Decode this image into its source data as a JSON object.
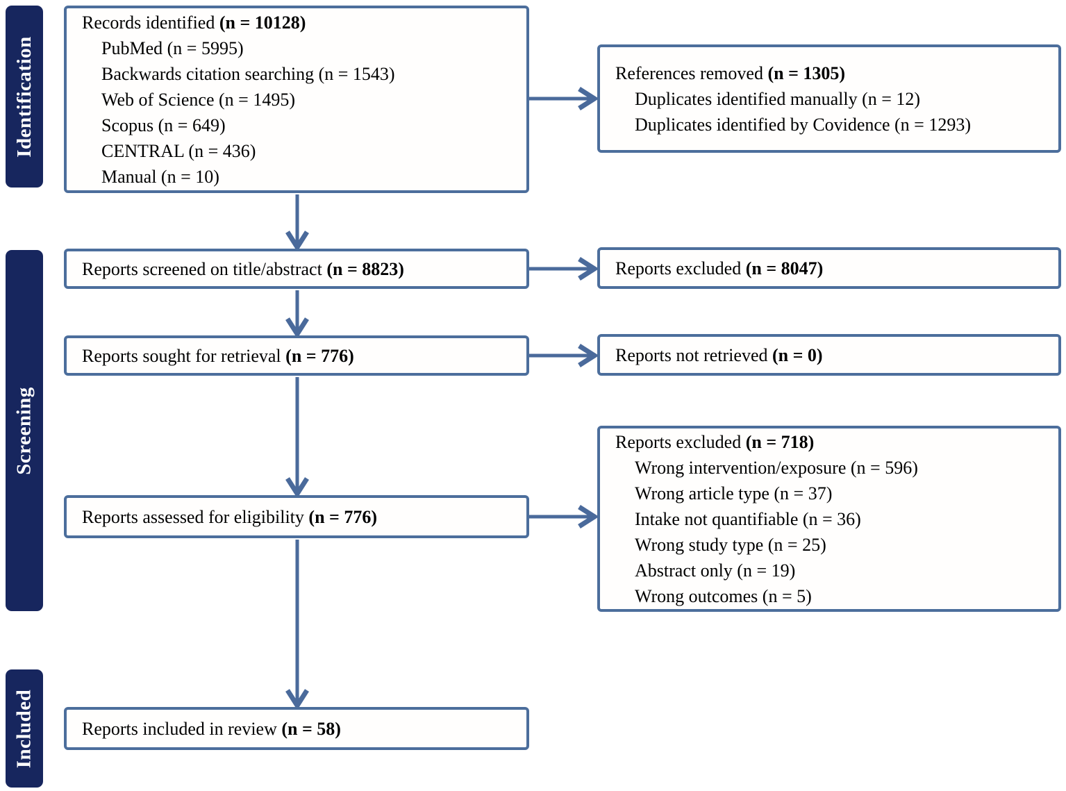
{
  "sidebar": {
    "stages": [
      {
        "label": "Identification"
      },
      {
        "label": "Screening"
      },
      {
        "label": "Included"
      }
    ]
  },
  "boxes": {
    "records_identified": {
      "heading_label": "Records identified ",
      "heading_count": "(n = 10128)",
      "items": [
        "PubMed (n = 5995)",
        "Backwards citation searching (n = 1543)",
        "Web of Science (n = 1495)",
        "Scopus (n = 649)",
        "CENTRAL (n = 436)",
        "Manual (n = 10)"
      ]
    },
    "references_removed": {
      "heading_label": "References removed ",
      "heading_count": "(n = 1305)",
      "items": [
        "Duplicates identified manually (n = 12)",
        "Duplicates identified by Covidence (n = 1293)"
      ]
    },
    "reports_screened": {
      "label": "Reports screened on title/abstract ",
      "count": "(n = 8823)"
    },
    "reports_excluded_screening": {
      "label": "Reports excluded ",
      "count": "(n = 8047)"
    },
    "reports_sought": {
      "label": "Reports sought for retrieval ",
      "count": "(n = 776)"
    },
    "reports_not_retrieved": {
      "label": "Reports not retrieved ",
      "count": "(n = 0)"
    },
    "reports_assessed": {
      "label": "Reports assessed for eligibility ",
      "count": "(n = 776)"
    },
    "reports_excluded_eligibility": {
      "heading_label": "Reports excluded ",
      "heading_count": "(n = 718)",
      "items": [
        "Wrong intervention/exposure (n = 596)",
        "Wrong article type (n = 37)",
        "Intake not quantifiable (n = 36)",
        "Wrong study type (n = 25)",
        "Abstract only (n = 19)",
        "Wrong outcomes (n = 5)"
      ]
    },
    "reports_included": {
      "label": "Reports included in review ",
      "count": "(n = 58)"
    }
  },
  "colors": {
    "box_border": "#4c6e9c",
    "arrow": "#4a6a9b",
    "stage_bar": "#17265e",
    "stage_text": "#ffffff"
  }
}
